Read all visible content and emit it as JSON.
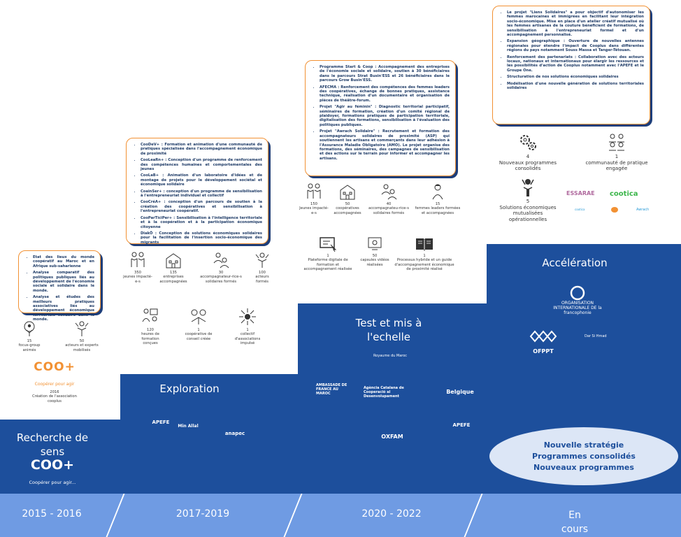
{
  "periods": [
    "2015 - 2016",
    "2017-2019",
    "2020 - 2022",
    "En cours"
  ],
  "phases": {
    "recherche": {
      "title": "Recherche de sens",
      "logo": "COO+",
      "tagline": "Coopérer pour agir...",
      "bullets": [
        "Etat des lieux du monde coopératif au Maroc et en Afrique sub-saharienne",
        "Analyse comparatif des politiques publiques liés au développement de l'économie sociale et solidaire dans le monde.",
        "Analyse et études des meilleurs pratiques associatives liés au développement économique territoriale solidaire dans le monde."
      ],
      "stats": [
        {
          "icon": "focus-group-icon",
          "num": "15",
          "label": "focus-group animés"
        },
        {
          "icon": "actors-icon",
          "num": "50",
          "label": "acteurs et experts mobilisés"
        }
      ],
      "creation": {
        "logo": "COO+",
        "tagline": "Coopérer pour agir",
        "year": "2016",
        "label": "Création de l'association cooplus"
      }
    },
    "exploration": {
      "title": "Exploration",
      "partners": [
        "APEFE",
        "Min Allal",
        "anapec"
      ],
      "bullets": [
        "CooDeV+ : Formation et animation d'une communauté de pratiques spécialisée dans l'accompagnement économique de proximité",
        "CooLeaRn+ : Conception d'un programme de renforcement des compétences humaines et comportementales des jeunes",
        "CooLaB+ : Animation d'un laboratoire d'idées et de montage de projets pour le développement sociétal et économique solidaire",
        "CoainSer+ : conception d'un programme de sensibilisation à l'entrepreneuriat individuel et collectif",
        "CooCréA+ : conception d'un parcours de soutien à la création des coopératives et sensibilisation à l'entrepreneuriat coopératif.",
        "CooParTiciPer+ : Sensibilisation à l'intelligence territoriale et à la coopération et à la participation économique citoyenne",
        "DiakÔ : Conception de solutions économiques solidaires pour la facilitation de l'insertion socio-économique des migrants"
      ],
      "stats": [
        {
          "icon": "youth-icon",
          "num": "350",
          "label": "jeunes impacté-e-s"
        },
        {
          "icon": "building-icon",
          "num": "135",
          "label": "entreprises accompagnées"
        },
        {
          "icon": "advisor-icon",
          "num": "30",
          "label": "accompagnateur-rice-s solidaires formés"
        },
        {
          "icon": "actors-icon",
          "num": "100",
          "label": "acteurs formés"
        },
        {
          "icon": "training-icon",
          "num": "120",
          "label": "heures de formation conçues"
        },
        {
          "icon": "cooperative-icon",
          "num": "1",
          "label": "coopérative de conseil créée"
        },
        {
          "icon": "network-icon",
          "num": "1",
          "label": "collectif d'associations impulsé"
        }
      ]
    },
    "test": {
      "title": "Test et mis à l'echelle",
      "partners": [
        "Royaume du Maroc",
        "AMBASSADE DE FRANCE AU MAROC",
        "Agència Catalana de Cooperació al Desenvolupament",
        "Belgique",
        "OXFAM",
        "APEFE"
      ],
      "bullets": [
        "Programme Start & Coop : Accompagnement des entreprises de l'économie sociale et solidaire, soutien à 30 bénéficiaires dans le parcours Strat Busin'ESS et 26 bénéficiaires dans le parcours Grow Busin'ESS.",
        "AFECMA : Renforcement des compétences des femmes leaders des coopératives, échange de bonnes pratiques, assistance technique, réalisation d'un documentaire et organisation de pièces de théâtre-forum.",
        "Projet \"Agir au féminin\" : Diagnostic territorial participatif, séminaires de formation, création d'un comité régional de plaidoyer, formations pratiques de participation territoriale, digitalisation des formations, sensibilisation à l'évaluation des politiques publiques.",
        "Projet \"Awrach Solidaire\" : Recrutement et formation des accompagnateurs solidaires de proximité (ASP) qui soutiennent les artisans et commerçants dans leur adhésion à l'Assurance Maladie Obligatoire (AMO). Le projet organise des formations, des séminaires, des campagnes de sensibilisation et des actions sur le terrain pour informer et accompagner les artisans."
      ],
      "stats": [
        {
          "icon": "youth-icon",
          "num": "150",
          "label": "Jeunes impacté-e-s"
        },
        {
          "icon": "building-icon",
          "num": "50",
          "label": "coopératives accompagnées"
        },
        {
          "icon": "advisor-icon",
          "num": "40",
          "label": "accompagnateu-rice-s solidaires formés"
        },
        {
          "icon": "woman-leader-icon",
          "num": "15",
          "label": "femmes leaders formées et accompagnées"
        },
        {
          "icon": "platform-icon",
          "num": "1",
          "label": "Plateforme digitale de formation et accompagnement réalisée"
        },
        {
          "icon": "video-icon",
          "num": "50",
          "label": "capsules vidéos réalisées"
        },
        {
          "icon": "book-icon",
          "num": "1",
          "label": "Processus hybride et un guide d'accompagnement économique de proximité réalisé"
        }
      ]
    },
    "acceleration": {
      "title": "Accélération",
      "partners": [
        "ORGANISATION INTERNATIONALE DE la francophonie",
        "OFPPT",
        "Dar Si Hmad"
      ],
      "bullets": [
        "Le projet \"Liens Solidaires\" a pour objectif d'autonomiser les femmes marocaines et immigrées en facilitant leur intégration socio-économique. Mise en place d'un atelier créatif mutualisé où les femmes artisanes de la couture bénéficient de formations, de sensibilisation à l'entrepreneuriat formel et d'un accompagnement personnalisé.",
        "Expansion géographique : Ouverture de nouvelles antennes régionales pour étendre l'impact de Cooplus dans différentes régions du pays notamment Souss Massa et Tanger-Tétouan.",
        "Renforcement des partenariats : Collaboration avec des acteurs locaux, nationaux et internationaux pour élargir les ressources et les possibilités d'action de Cooplus notamment avec l'APEFE et le Groupe One.",
        "Structuration de nos solutions économiques solidaires",
        "Modélisation d'une nouvelle génération de solutions territoriales solidaires"
      ],
      "stats": [
        {
          "icon": "gears-icon",
          "num": "4",
          "label": "Nouveaux programmes consolidés"
        },
        {
          "icon": "community-icon",
          "num": "1",
          "label": "communauté de pratique engagée"
        },
        {
          "icon": "solutions-icon",
          "num": "5",
          "label": "Solutions économiques mutualisées opérationnelles"
        }
      ],
      "brands": [
        "ESSARAE",
        "cootica",
        "cootica",
        "Awrach"
      ],
      "strategy": [
        "Nouvelle stratégie",
        "Programmes consolidés",
        "Nouveaux programmes"
      ]
    }
  },
  "colors": {
    "navy": "#1d4f9c",
    "timeline": "#6f9be3",
    "orange": "#f29133",
    "text_navy": "#1d3a66"
  }
}
